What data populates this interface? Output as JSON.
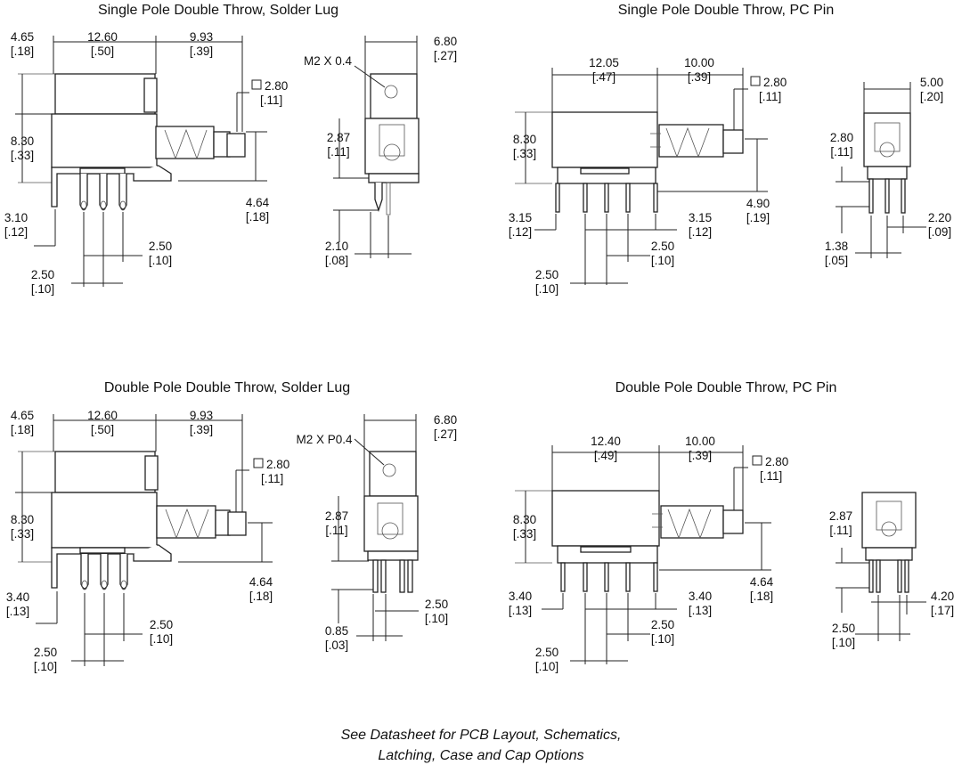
{
  "panels": [
    {
      "title": "Single Pole Double Throw, Solder Lug",
      "dims": {
        "offset": [
          "4.65",
          "[.18]"
        ],
        "body_width": [
          "12.60",
          "[.50]"
        ],
        "plunger_length": [
          "9.93",
          "[.39]"
        ],
        "cap_square": [
          "2.80",
          "[.11]"
        ],
        "height": [
          "8.30",
          "[.33]"
        ],
        "plunger_height": [
          "4.64",
          "[.18]"
        ],
        "end_offset": [
          "3.10",
          "[.12]"
        ],
        "pitch_right": [
          "2.50",
          "[.10]"
        ],
        "pitch_left": [
          "2.50",
          "[.10]"
        ],
        "side_width": [
          "6.80",
          "[.27]"
        ],
        "side_height": [
          "2.87",
          "[.11]"
        ],
        "lead_offset": [
          "2.10",
          "[.08]"
        ]
      },
      "thread_note": "M2 X 0.4"
    },
    {
      "title": "Single Pole Double Throw, PC Pin",
      "dims": {
        "body_width": [
          "12.05",
          "[.47]"
        ],
        "plunger_length": [
          "10.00",
          "[.39]"
        ],
        "cap_square": [
          "2.80",
          "[.11]"
        ],
        "height": [
          "8.30",
          "[.33]"
        ],
        "plunger_height": [
          "4.90",
          "[.19]"
        ],
        "end_left": [
          "3.15",
          "[.12]"
        ],
        "end_right": [
          "3.15",
          "[.12]"
        ],
        "pitch_right": [
          "2.50",
          "[.10]"
        ],
        "pitch_left": [
          "2.50",
          "[.10]"
        ],
        "side_width": [
          "5.00",
          "[.20]"
        ],
        "side_height": [
          "2.80",
          "[.11]"
        ],
        "pin_spacing": [
          "2.20",
          "[.09]"
        ],
        "pin_offset": [
          "1.38",
          "[.05]"
        ]
      }
    },
    {
      "title": "Double Pole Double Throw, Solder Lug",
      "dims": {
        "offset": [
          "4.65",
          "[.18]"
        ],
        "body_width": [
          "12.60",
          "[.50]"
        ],
        "plunger_length": [
          "9.93",
          "[.39]"
        ],
        "cap_square": [
          "2.80",
          "[.11]"
        ],
        "height": [
          "8.30",
          "[.33]"
        ],
        "plunger_height": [
          "4.64",
          "[.18]"
        ],
        "end_offset": [
          "3.40",
          "[.13]"
        ],
        "pitch_right": [
          "2.50",
          "[.10]"
        ],
        "pitch_left": [
          "2.50",
          "[.10]"
        ],
        "side_width": [
          "6.80",
          "[.27]"
        ],
        "side_height": [
          "2.87",
          "[.11]"
        ],
        "lead_pitch": [
          "2.50",
          "[.10]"
        ],
        "lead_offset": [
          "0.85",
          "[.03]"
        ]
      },
      "thread_note": "M2 X P0.4"
    },
    {
      "title": "Double Pole Double Throw, PC Pin",
      "dims": {
        "body_width": [
          "12.40",
          "[.49]"
        ],
        "plunger_length": [
          "10.00",
          "[.39]"
        ],
        "cap_square": [
          "2.80",
          "[.11]"
        ],
        "height": [
          "8.30",
          "[.33]"
        ],
        "plunger_height": [
          "4.64",
          "[.18]"
        ],
        "end_left": [
          "3.40",
          "[.13]"
        ],
        "end_right": [
          "3.40",
          "[.13]"
        ],
        "pitch_right": [
          "2.50",
          "[.10]"
        ],
        "pitch_left": [
          "2.50",
          "[.10]"
        ],
        "side_height": [
          "2.87",
          "[.11]"
        ],
        "pin_spacing": [
          "4.20",
          "[.17]"
        ],
        "pin_pitch": [
          "2.50",
          "[.10]"
        ]
      }
    }
  ],
  "footnote": [
    "See Datasheet for PCB Layout, Schematics,",
    "Latching, Case and Cap Options"
  ]
}
